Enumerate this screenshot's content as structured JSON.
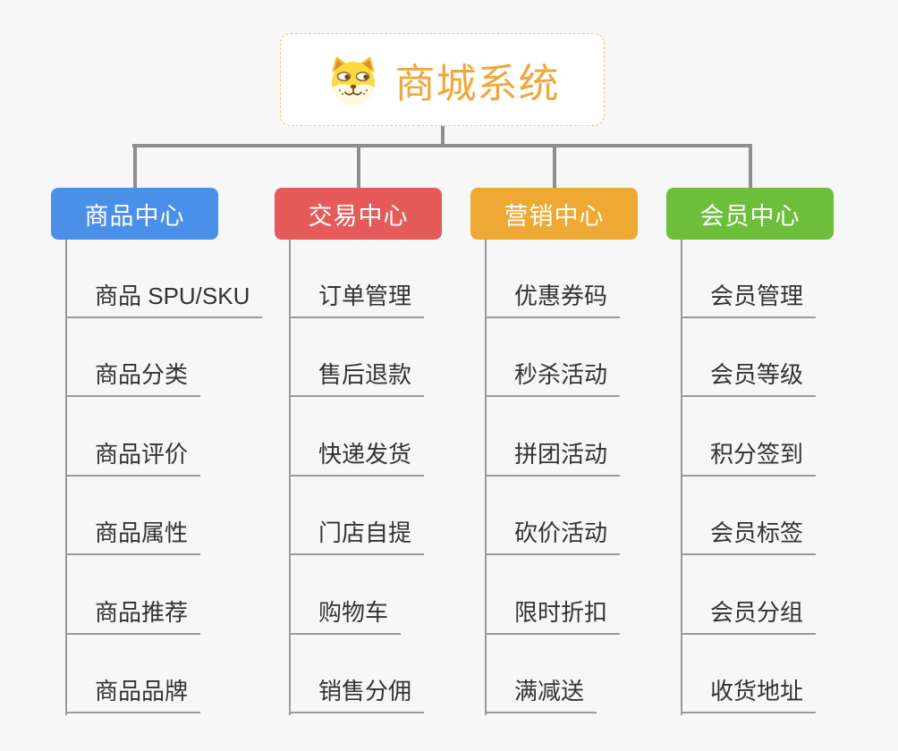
{
  "root": {
    "title": "商城系统",
    "icon": "dog-face-icon",
    "text_color": "#f0a73c",
    "border_color": "#f2c57e"
  },
  "connector_color": "#8e8e8e",
  "leaf_line_color": "#9a9a9a",
  "background_color": "#f7f7f7",
  "branches": [
    {
      "label": "商品中心",
      "color": "#4b90e8",
      "children": [
        "商品 SPU/SKU",
        "商品分类",
        "商品评价",
        "商品属性",
        "商品推荐",
        "商品品牌"
      ]
    },
    {
      "label": "交易中心",
      "color": "#e45b59",
      "children": [
        "订单管理",
        "售后退款",
        "快递发货",
        "门店自提",
        "购物车",
        "销售分佣"
      ]
    },
    {
      "label": "营销中心",
      "color": "#eda933",
      "children": [
        "优惠券码",
        "秒杀活动",
        "拼团活动",
        "砍价活动",
        "限时折扣",
        "满减送"
      ]
    },
    {
      "label": "会员中心",
      "color": "#6dbe3b",
      "children": [
        "会员管理",
        "会员等级",
        "积分签到",
        "会员标签",
        "会员分组",
        "收货地址"
      ]
    }
  ]
}
